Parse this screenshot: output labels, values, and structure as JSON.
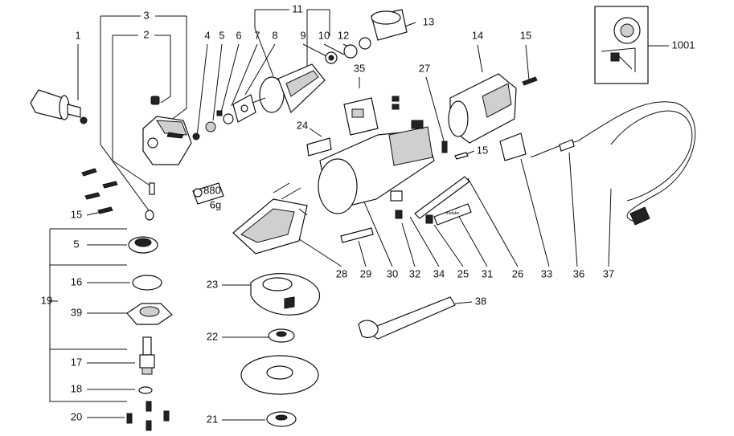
{
  "diagram": {
    "callouts": [
      "1",
      "2",
      "3",
      "4",
      "5",
      "6",
      "7",
      "8",
      "11",
      "9",
      "10",
      "12",
      "13",
      "14",
      "15",
      "1001",
      "35",
      "27",
      "24",
      "15",
      "33",
      "36",
      "37",
      "28",
      "29",
      "30",
      "32",
      "34",
      "25",
      "31",
      "26",
      "15",
      "5",
      "16",
      "19",
      "39",
      "17",
      "18",
      "20",
      "23",
      "22",
      "21",
      "38"
    ],
    "grease_tube": {
      "line1": "880",
      "line2": "6g"
    },
    "plate_brand": "metabo"
  }
}
